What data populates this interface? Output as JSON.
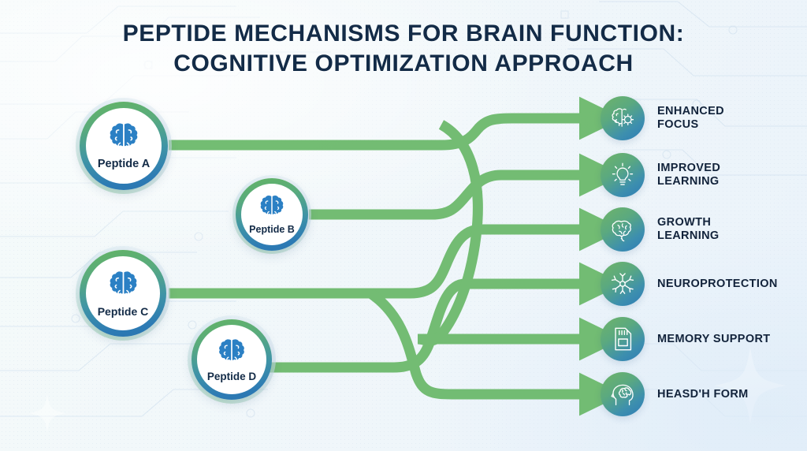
{
  "title": {
    "line1": "PEPTIDE MECHANISMS FOR BRAIN FUNCTION:",
    "line2": "COGNITIVE OPTIMIZATION APPROACH"
  },
  "colors": {
    "title_text": "#132b47",
    "flow_green": "#6fbb6f",
    "node_ring_green": "#63b464",
    "node_ring_blue": "#2a74b0",
    "brain_icon_blue": "#2b80c4",
    "outcome_gradient_start": "#6fb469",
    "outcome_gradient_end": "#2e7cb6",
    "background": "#eef5fa"
  },
  "peptides": [
    {
      "label": "Peptide A",
      "icon": "brain-icon"
    },
    {
      "label": "Peptide B",
      "icon": "brain-icon"
    },
    {
      "label": "Peptide C",
      "icon": "brain-icon"
    },
    {
      "label": "Peptide D",
      "icon": "brain-icon"
    }
  ],
  "outcomes": [
    {
      "label": "ENHANCED\nFOCUS",
      "icon": "brain-gear-icon"
    },
    {
      "label": "IMPROVED\nLEARNING",
      "icon": "lightbulb-icon"
    },
    {
      "label": "GROWTH\nLEARNING",
      "icon": "brain-outline-icon"
    },
    {
      "label": "NEUROPROTECTION",
      "icon": "neuron-icon"
    },
    {
      "label": "MEMORY SUPPORT",
      "icon": "memory-card-icon"
    },
    {
      "label": "HEASD'H FORM",
      "icon": "head-brain-icon"
    }
  ]
}
